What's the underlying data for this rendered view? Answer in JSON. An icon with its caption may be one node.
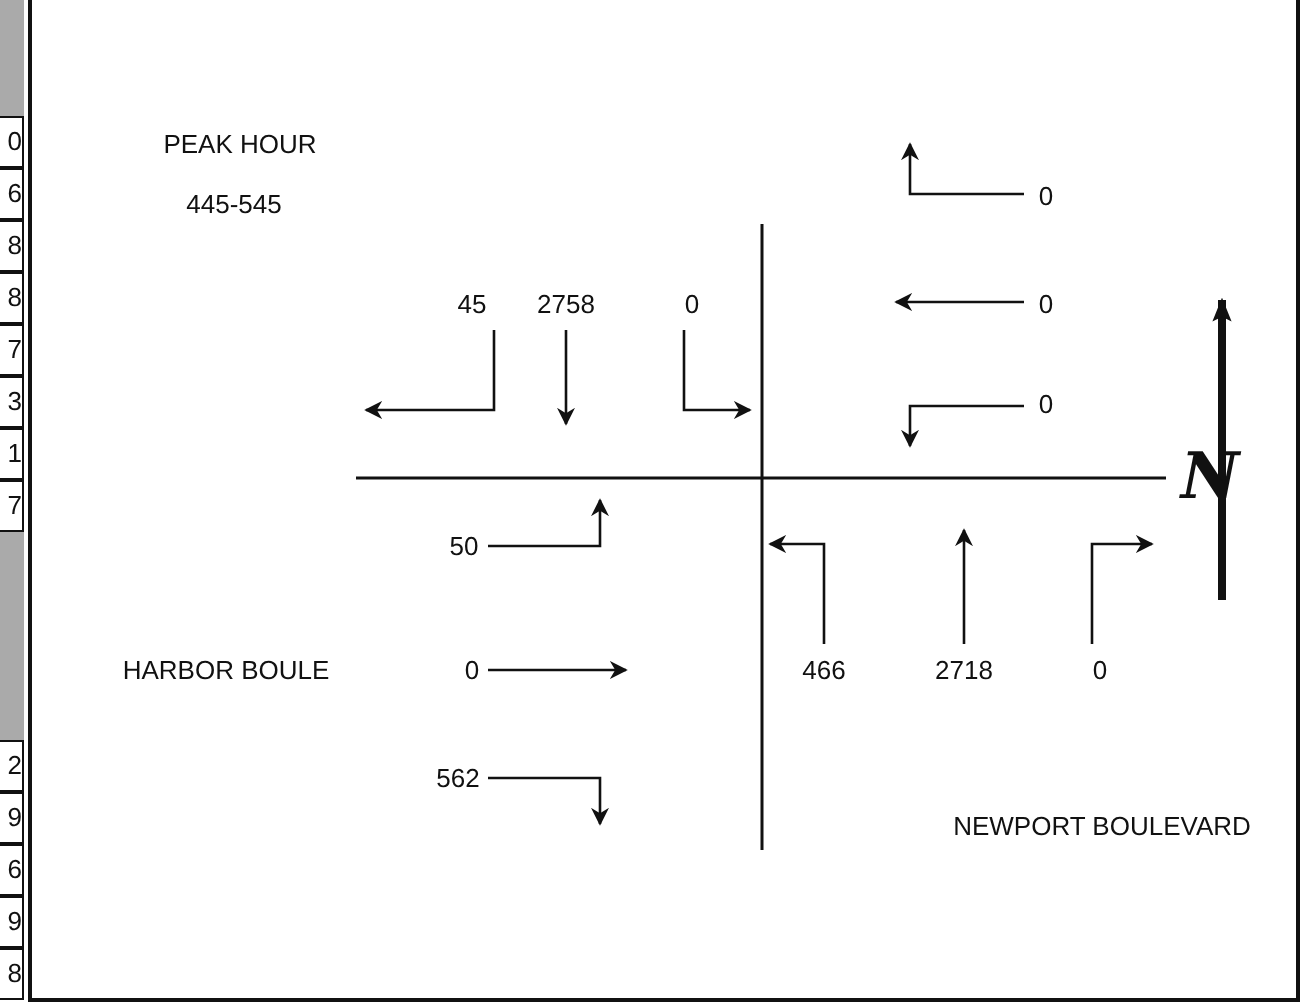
{
  "diagram": {
    "labels": [
      "PEAK HOUR",
      "445-545",
      "0",
      "45",
      "2758",
      "0",
      "0",
      "0",
      "N",
      "50",
      "HARBOR BOULE",
      "0",
      "466",
      "2718",
      "0",
      "562",
      "NEWPORT BOULEVARD",
      "0",
      "6",
      "8",
      "8",
      "7",
      "3",
      "1",
      "7",
      "2",
      "9",
      "6",
      "9",
      "8"
    ]
  }
}
